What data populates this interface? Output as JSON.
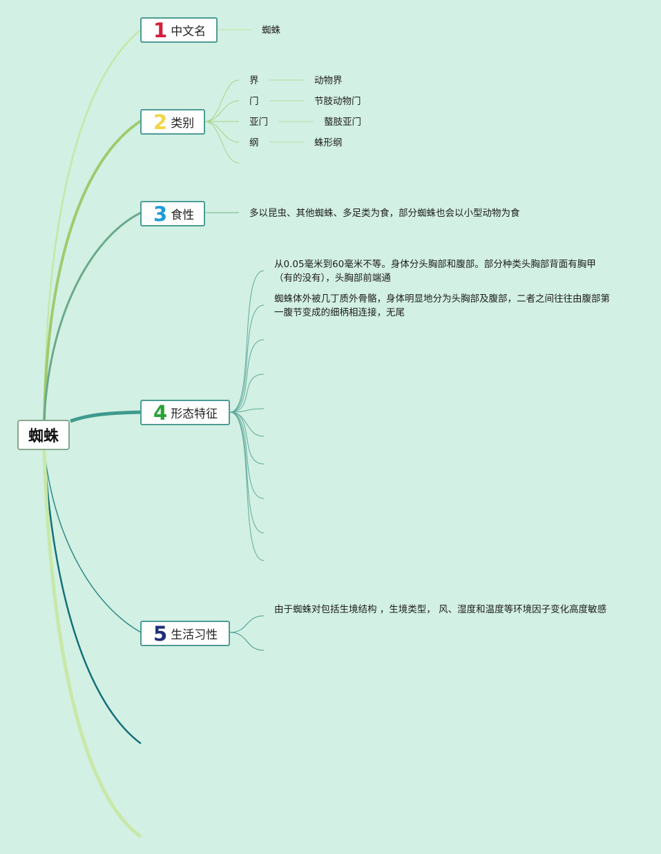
{
  "root": {
    "label": "蜘蛛"
  },
  "topics": [
    {
      "num": "1",
      "label": "中文名",
      "num_color": "#d41f3b"
    },
    {
      "num": "2",
      "label": "类别",
      "num_color": "#f2d54b"
    },
    {
      "num": "3",
      "label": "食性",
      "num_color": "#1e9bd8"
    },
    {
      "num": "4",
      "label": "形态特征",
      "num_color": "#2aa337"
    },
    {
      "num": "5",
      "label": "生活习性",
      "num_color": "#1d2f7a"
    }
  ],
  "chinese_name": {
    "value": "蜘蛛"
  },
  "taxonomy": [
    {
      "rank": "界",
      "value": "动物界"
    },
    {
      "rank": "门",
      "value": "节肢动物门"
    },
    {
      "rank": "亚门",
      "value": "螯肢亚门"
    },
    {
      "rank": "纲",
      "value": "蛛形纲"
    }
  ],
  "diet": {
    "text": "多以昆虫、其他蜘蛛、多足类为食，部分蜘蛛也会以小型动物为食"
  },
  "morphology": [
    "从0.05毫米到60毫米不等。身体分头胸部和腹部。部分种类头胸部背面有胸甲（有的没有），头胸部前端通",
    "蜘蛛体外被几丁质外骨骼，身体明显地分为头胸部及腹部，二者之间往往由腹部第一腹节变成的细柄相连接，无尾"
  ],
  "habits": [
    "由于蜘蛛对包括生境结构 ，生境类型， 风、湿度和温度等环境因子变化高度敏感"
  ],
  "colors": {
    "background": "#d2f0e3",
    "topic_border": "#4a9c94",
    "root_border": "#86a88e"
  }
}
